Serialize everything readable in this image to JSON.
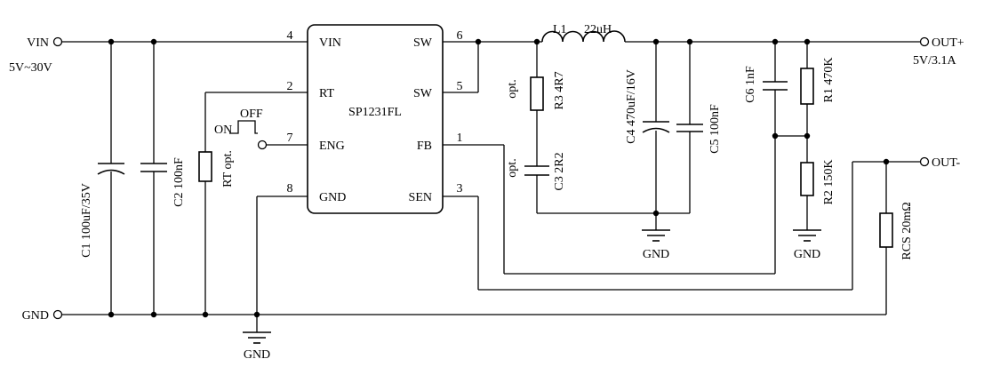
{
  "ic": {
    "name": "SP1231FL",
    "pins": [
      {
        "num": "4",
        "label": "VIN"
      },
      {
        "num": "2",
        "label": "RT"
      },
      {
        "num": "7",
        "label": "ENG"
      },
      {
        "num": "8",
        "label": "GND"
      },
      {
        "num": "6",
        "label": "SW"
      },
      {
        "num": "5",
        "label": "SW"
      },
      {
        "num": "1",
        "label": "FB"
      },
      {
        "num": "3",
        "label": "SEN"
      }
    ]
  },
  "terminals": {
    "vin": "VIN",
    "vin_range": "5V~30V",
    "gnd": "GND",
    "out_pos": "OUT+",
    "out_spec": "5V/3.1A",
    "out_neg": "OUT-"
  },
  "switch": {
    "on": "ON",
    "off": "OFF"
  },
  "components": {
    "c1": "C1  100uF/35V",
    "c2": "C2  100nF",
    "rt": "RT  opt.",
    "l1_ref": "L1",
    "l1_val": "22uH",
    "r3_opt": "opt.",
    "r3": "R3  4R7",
    "c3_opt": "opt.",
    "c3": "C3  2R2",
    "c4": "C4  470uF/16V",
    "c5": "C5  100nF",
    "c6": "C6  1nF",
    "r1": "R1  470K",
    "r2": "R2  150K",
    "rcs": "RCS  20mΩ"
  },
  "ground_labels": [
    "GND",
    "GND",
    "GND"
  ]
}
